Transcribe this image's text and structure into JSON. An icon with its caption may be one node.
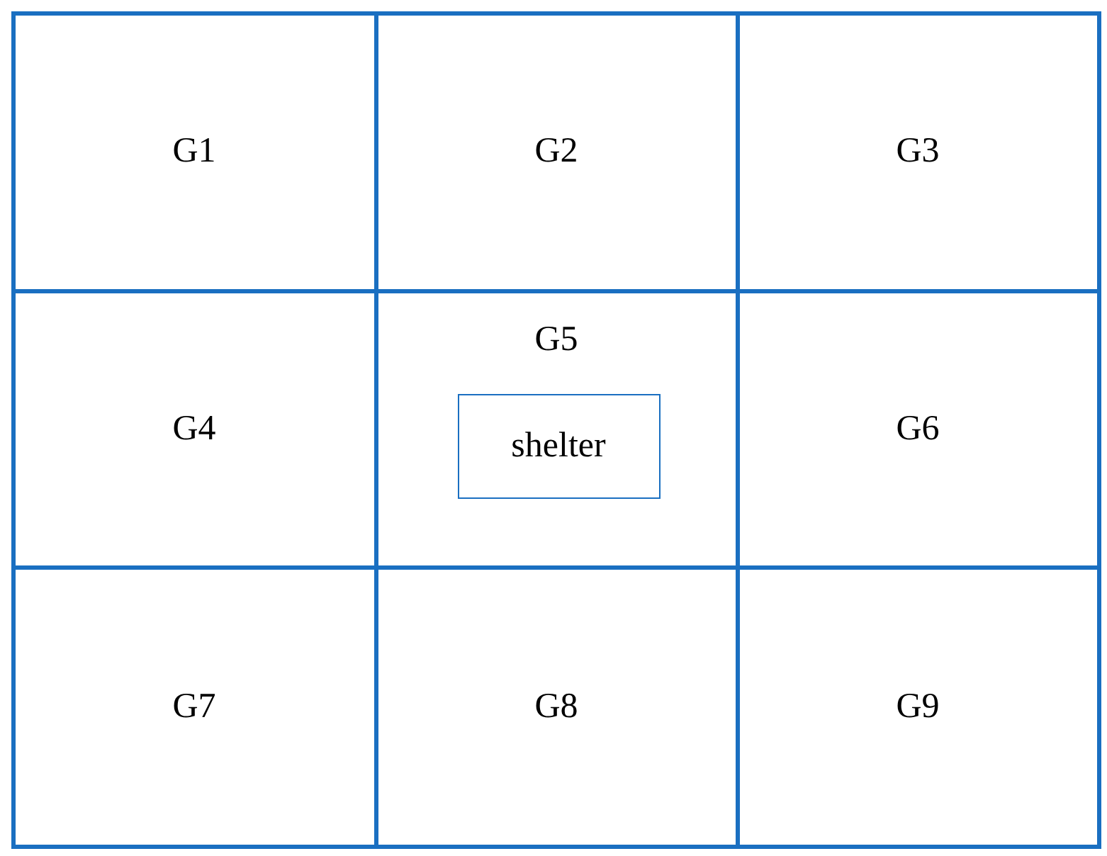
{
  "diagram": {
    "nodes": [
      {
        "text": [
          "G1"
        ]
      },
      {
        "text": [
          "G2"
        ]
      },
      {
        "text": [
          "G3"
        ]
      },
      {
        "text": [
          "G4"
        ]
      },
      {
        "text": [
          "G5"
        ]
      },
      {
        "text": [
          "shelter"
        ],
        "in": 4
      },
      {
        "text": [
          "G6"
        ]
      },
      {
        "text": [
          "G7"
        ]
      },
      {
        "text": [
          "G8"
        ]
      },
      {
        "text": [
          "G9"
        ]
      }
    ]
  }
}
